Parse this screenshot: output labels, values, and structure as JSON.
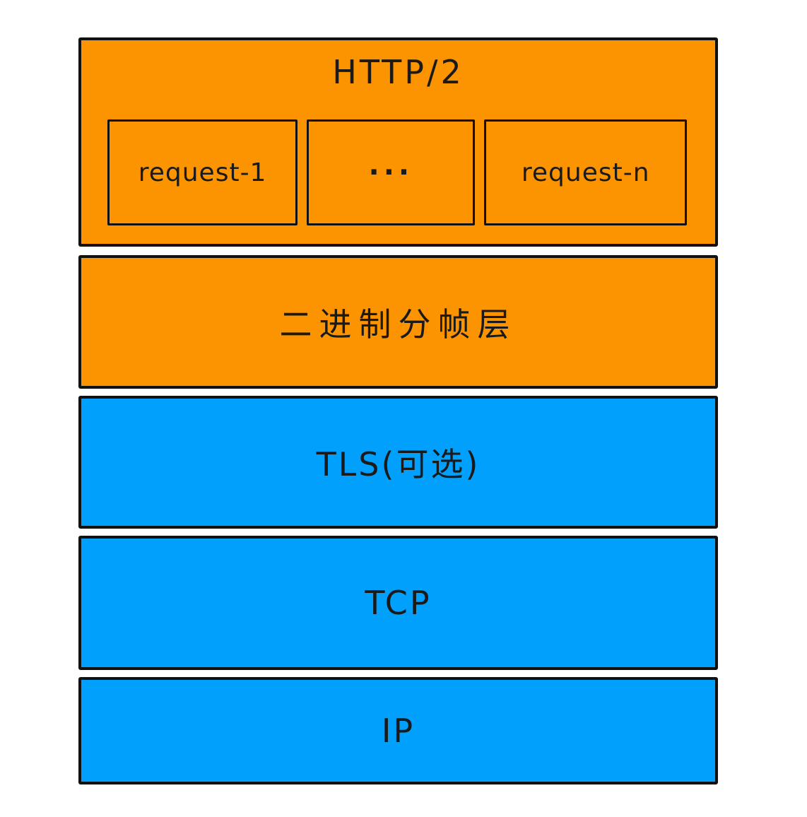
{
  "colors": {
    "orange": "#FB9400",
    "blue": "#00A0FC",
    "border": "#111111",
    "background": "#FFFFFF",
    "ink": "#1A1A1A"
  },
  "diagram": {
    "layers": [
      {
        "id": "http2",
        "label": "HTTP/2",
        "color": "#FB9400",
        "children": [
          "request-1",
          "···",
          "request-n"
        ]
      },
      {
        "id": "binary-framing",
        "label": "二进制分帧层",
        "color": "#FB9400"
      },
      {
        "id": "tls",
        "label": "TLS(可选)",
        "color": "#00A0FC"
      },
      {
        "id": "tcp",
        "label": "TCP",
        "color": "#00A0FC"
      },
      {
        "id": "ip",
        "label": "IP",
        "color": "#00A0FC"
      }
    ]
  }
}
